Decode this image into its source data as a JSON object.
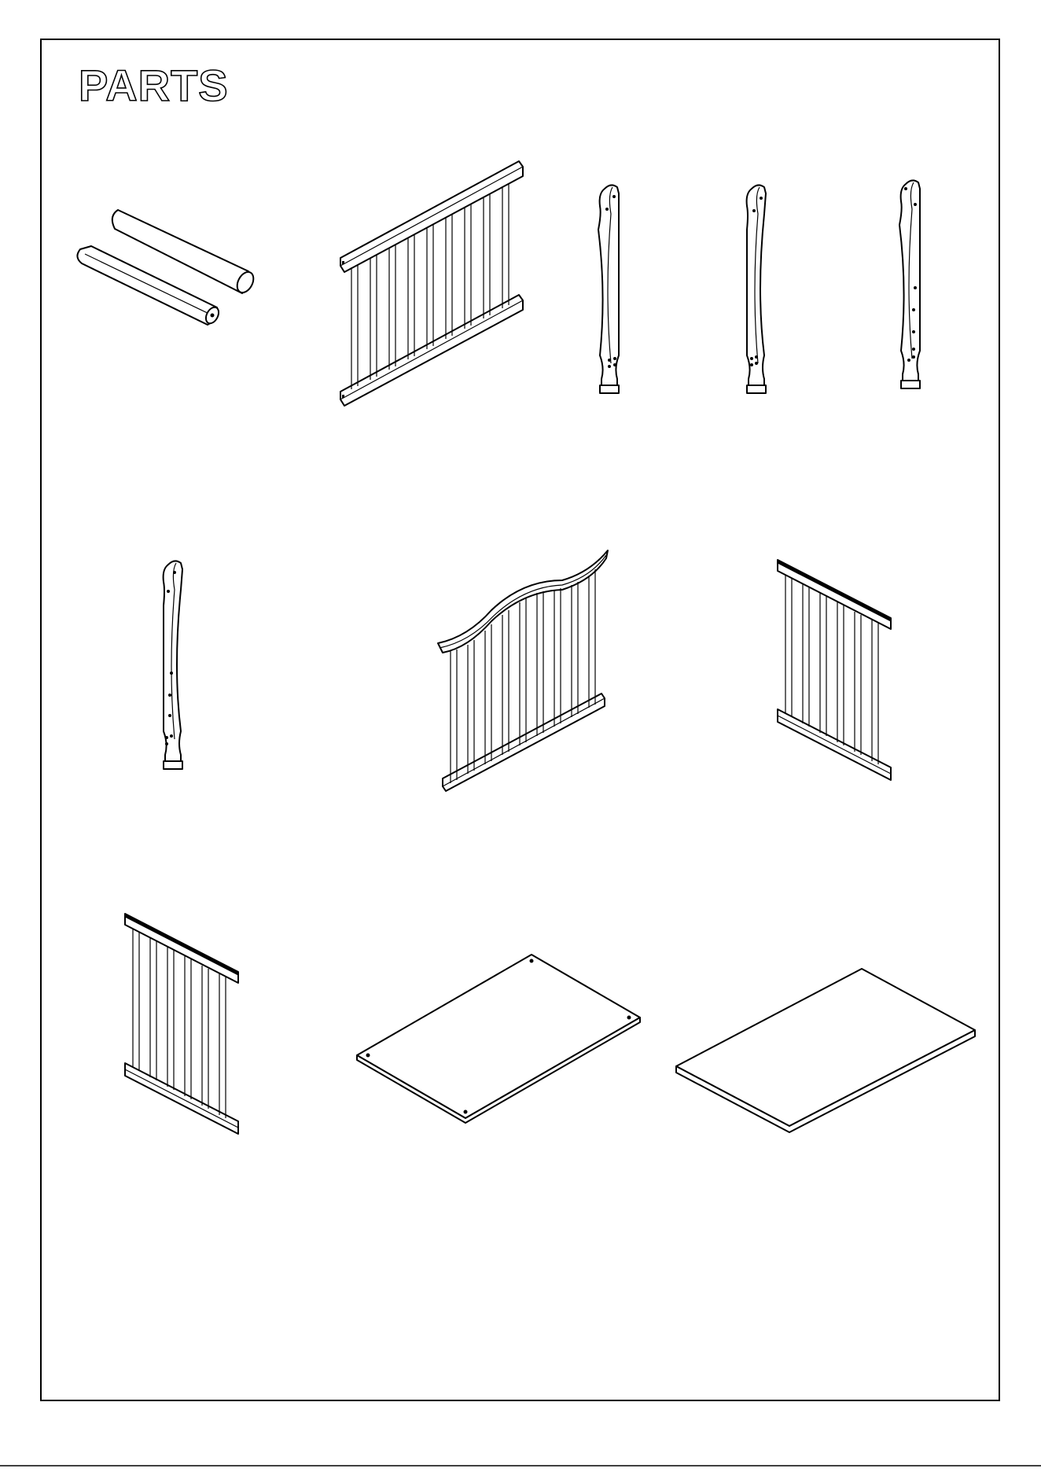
{
  "page": {
    "title": "PARTS"
  },
  "parts": [
    {
      "id": "bolsters",
      "icon": "rolled-bolster-icon"
    },
    {
      "id": "long-side-rail",
      "icon": "long-side-rail-icon"
    },
    {
      "id": "post-1",
      "icon": "curved-post-icon"
    },
    {
      "id": "post-2",
      "icon": "curved-post-icon"
    },
    {
      "id": "post-3",
      "icon": "curved-post-icon"
    },
    {
      "id": "post-4",
      "icon": "curved-post-icon"
    },
    {
      "id": "arched-headboard",
      "icon": "arched-headboard-panel-icon"
    },
    {
      "id": "end-panel-1",
      "icon": "slatted-end-panel-icon"
    },
    {
      "id": "end-panel-2",
      "icon": "slatted-end-panel-icon"
    },
    {
      "id": "board-with-holes",
      "icon": "flat-board-with-holes-icon"
    },
    {
      "id": "mattress-board",
      "icon": "flat-board-icon"
    }
  ]
}
